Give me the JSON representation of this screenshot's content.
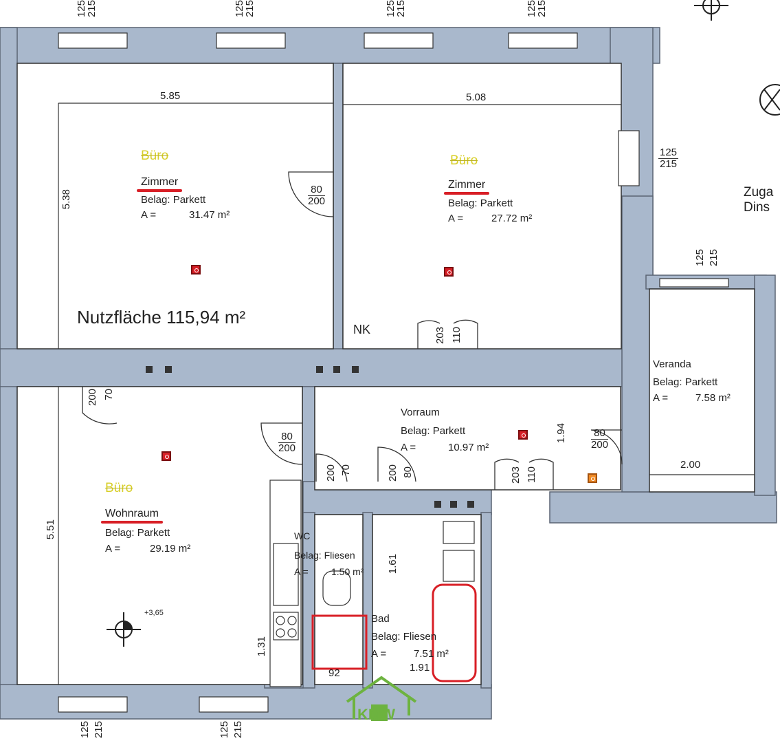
{
  "plan": {
    "total_area_label": "Nutzfläche 115,94 m²",
    "crossed_label": "Büro",
    "rooms": [
      {
        "key": "zimmer1",
        "name": "Zimmer",
        "flooring": "Belag: Parkett",
        "area_prefix": "A =",
        "area": "31.47 m²",
        "crossed": "Büro"
      },
      {
        "key": "zimmer2",
        "name": "Zimmer",
        "flooring": "Belag: Parkett",
        "area_prefix": "A =",
        "area": "27.72 m²",
        "crossed": "Büro"
      },
      {
        "key": "wohnraum",
        "name": "Wohnraum",
        "flooring": "Belag: Parkett",
        "area_prefix": "A =",
        "area": "29.19 m²",
        "crossed": "Büro"
      },
      {
        "key": "vorraum",
        "name": "Vorraum",
        "flooring": "Belag: Parkett",
        "area_prefix": "A =",
        "area": "10.97 m²"
      },
      {
        "key": "veranda",
        "name": "Veranda",
        "flooring": "Belag: Parkett",
        "area_prefix": "A =",
        "area": "7.58 m²"
      },
      {
        "key": "wc",
        "name": "WC",
        "flooring": "Belag: Fliesen",
        "area_prefix": "A =",
        "area": "1.50 m²"
      },
      {
        "key": "bad",
        "name": "Bad",
        "flooring": "Belag: Fliesen",
        "area_prefix": "A =",
        "area": "7.51 m²"
      }
    ],
    "nk_label": "NK",
    "access_label": [
      "Zuga",
      "Dins"
    ],
    "level_label": "+3,65",
    "dimensions": {
      "z1_width": "5.85",
      "z2_width": "5.08",
      "z1_height": "5.38",
      "wohn_height": "5.51",
      "veranda_width": "2.00",
      "vorraum_height": "1.94",
      "bad_height": "1.61",
      "wc_width": "1.31",
      "bad_width": "1.91",
      "wc_bottom": "92"
    },
    "windows": {
      "top": "125",
      "bottom": "215"
    },
    "doors": {
      "d80_200": [
        "80",
        "200"
      ],
      "d70_200": [
        "70",
        "200"
      ],
      "d110_203": [
        "110",
        "203"
      ]
    },
    "logo_text": "KMW"
  }
}
